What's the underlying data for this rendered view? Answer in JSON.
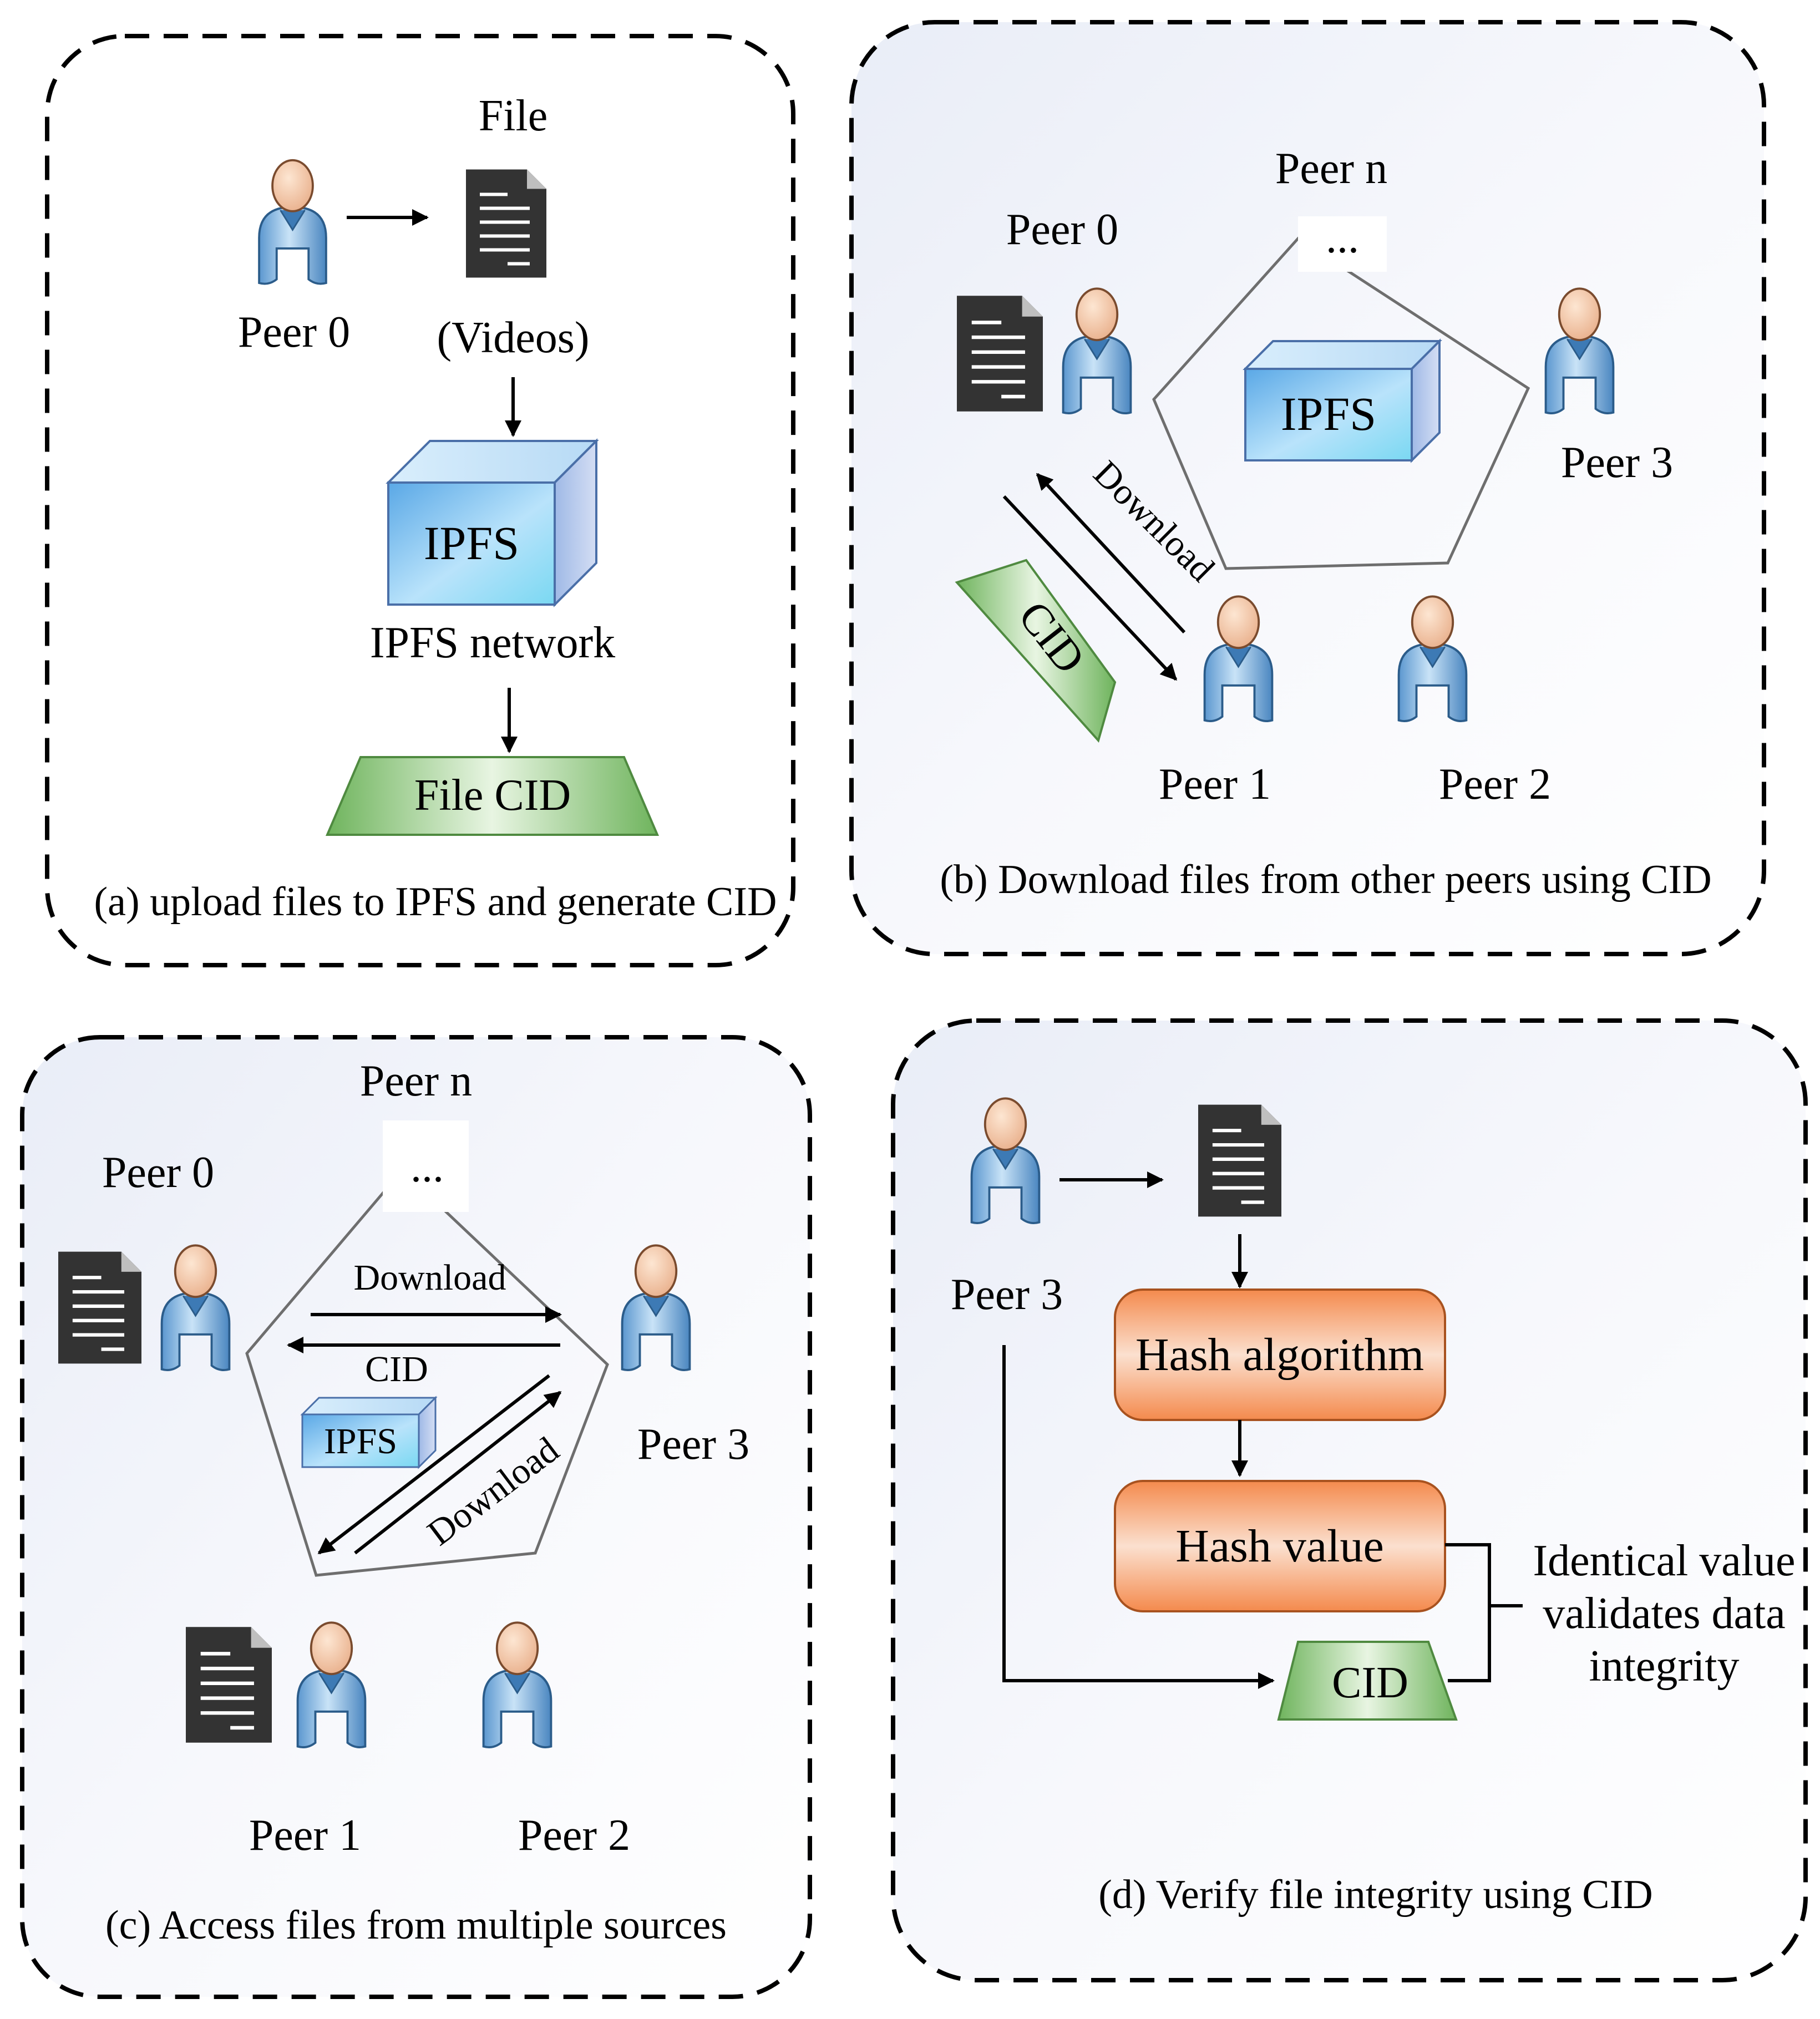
{
  "panel_a": {
    "caption": "(a) upload files to IPFS and generate CID",
    "peer_label": "Peer 0",
    "file_label": "File",
    "file_sublabel": "(Videos)",
    "ipfs_label": "IPFS",
    "network_label": "IPFS network",
    "cid_label": "File CID"
  },
  "panel_b": {
    "caption": "(b) Download files from other peers using CID",
    "peer_n": "Peer n",
    "ellipsis": "...",
    "peer_0": "Peer 0",
    "peer_1": "Peer 1",
    "peer_2": "Peer 2",
    "peer_3": "Peer 3",
    "ipfs_label": "IPFS",
    "download_label": "Download",
    "cid_label": "CID"
  },
  "panel_c": {
    "caption": "(c) Access files from multiple sources",
    "peer_n": "Peer n",
    "ellipsis": "...",
    "peer_0": "Peer 0",
    "peer_1": "Peer 1",
    "peer_2": "Peer 2",
    "peer_3": "Peer 3",
    "ipfs_label": "IPFS",
    "download_top": "Download",
    "cid_label": "CID",
    "download_diag": "Download"
  },
  "panel_d": {
    "caption": "(d) Verify file integrity using CID",
    "peer_label": "Peer 3",
    "hash_algorithm": "Hash algorithm",
    "hash_value": "Hash value",
    "cid_label": "CID",
    "note_line1": "Identical value",
    "note_line2": "validates data",
    "note_line3": "integrity"
  },
  "colors": {
    "ipfs_face": "#7fc4ee",
    "cid_green": "#8cc77a",
    "orange": "#f08a4b",
    "doc_dark": "#333333",
    "person_blue": "#6aa8d8"
  }
}
